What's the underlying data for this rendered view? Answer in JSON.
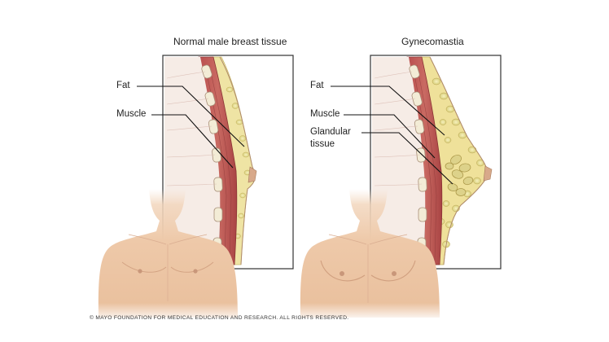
{
  "panels": [
    {
      "title": "Normal male breast tissue",
      "labels": {
        "fat": "Fat",
        "muscle": "Muscle"
      }
    },
    {
      "title": "Gynecomastia",
      "labels": {
        "fat": "Fat",
        "muscle": "Muscle",
        "glandular_line1": "Glandular",
        "glandular_line2": "tissue"
      }
    }
  ],
  "copyright": "© MAYO FOUNDATION FOR MEDICAL EDUCATION AND RESEARCH. ALL RIGHTS RESERVED."
}
